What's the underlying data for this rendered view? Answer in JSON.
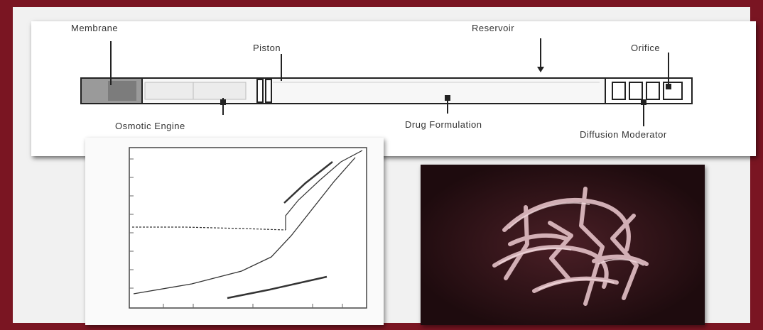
{
  "colors": {
    "frame": "#7a1522",
    "panel": "#f1f1f1",
    "device_gray": "#9a9a9a",
    "stroke": "#222222",
    "photo_bg": "#2a1115",
    "molecule": "#e3c0c6"
  },
  "device": {
    "labels": {
      "membrane": "Membrane",
      "reservoir": "Reservoir",
      "piston": "Piston",
      "orifice": "Orifice",
      "osmotic_engine": "Osmotic Engine",
      "drug_formulation": "Drug Formulation",
      "diffusion_moderator": "Diffusion Moderator"
    }
  }
}
